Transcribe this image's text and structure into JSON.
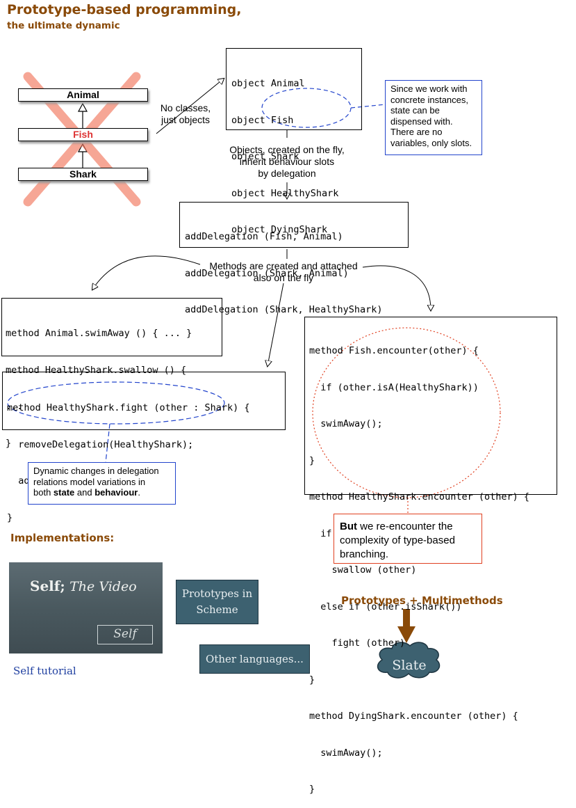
{
  "title": "Prototype-based programming,",
  "subtitle": "the ultimate dynamic",
  "uml": {
    "animal": "Animal",
    "fish": "Fish",
    "shark": "Shark"
  },
  "no_classes": [
    "No classes,",
    "just objects"
  ],
  "objects_code": [
    "object Animal",
    "object Fish",
    "object Shark",
    "object HealthyShark",
    "object DyingShark"
  ],
  "concrete_note": [
    "Since we work with",
    "concrete instances,",
    "state can be",
    "dispensed with.",
    "There are no",
    "variables, only slots."
  ],
  "objects_caption": [
    "Objects, created on the fly,",
    "inherit behaviour slots",
    "by delegation"
  ],
  "delegation_code": [
    "addDelegation (Fish, Animal)",
    "addDelegation (Shark, Animal)",
    "addDelegation (Shark, HealthyShark)"
  ],
  "methods_caption": [
    "Methods are created and attached",
    "also on the fly"
  ],
  "methods_left_code": [
    "method Animal.swimAway () { ... }",
    "method HealthyShark.swallow () {",
    "...",
    "}"
  ],
  "fight_code": [
    "method HealthyShark.fight (other : Shark) {",
    "  removeDelegation(HealthyShark);",
    "  addDelegation(DyingShark);",
    "}"
  ],
  "dynamic_note": {
    "line1": "Dynamic changes in delegation",
    "line2": "relations model variations in",
    "pre": "both ",
    "state": "state",
    "mid": " and ",
    "behaviour": "behaviour",
    "post": "."
  },
  "encounter_code": [
    "method Fish.encounter(other) {",
    "  if (other.isA(HealthyShark))",
    "  swimAway();",
    "}",
    "method HealthyShark.encounter (other) {",
    "  if (other.isFish())",
    "    swallow (other)",
    "  else if (other.isShark())",
    "    fight (other)",
    "}",
    "method DyingShark.encounter (other) {",
    "  swimAway();",
    "}"
  ],
  "but_note": {
    "bold": "But",
    "rest1": " we re-encounter the",
    "rest2": "complexity of type-based",
    "rest3": "branching."
  },
  "implementations": "Implementations:",
  "video": {
    "self": "Self;",
    "the_video": "The Video",
    "logo": "Self"
  },
  "self_tutorial": "Self tutorial",
  "prototypes_in_scheme": [
    "Prototypes in",
    "Scheme"
  ],
  "other_languages": "Other languages...",
  "prototypes_multimethods": "Prototypes + Multimethods",
  "slate": "Slate",
  "colors": {
    "title": "#8a4a08",
    "note_border": "#2244cc",
    "red": "#e04020",
    "button": "#3d6170"
  }
}
